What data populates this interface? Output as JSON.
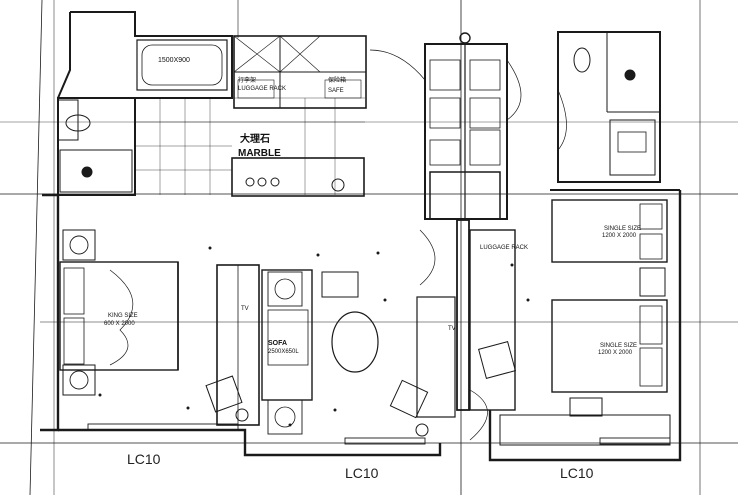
{
  "labels": {
    "bathtub_size": "1500X900",
    "luggage_rack_top": "LUGGAGE RACK",
    "luggage_rack_cn": "行李架",
    "safe_top": "SAFE",
    "safe_cn": "保险箱",
    "marble_cn": "大理石",
    "marble_en": "MARBLE",
    "king_bed_1": "KING SIZE",
    "king_bed_2": "600 X 2000",
    "sofa_1": "SOFA",
    "sofa_2": "2500X650L",
    "single_bed_top_1": "SINGLE SIZE",
    "single_bed_top_2": "1200 X 2000",
    "single_bed_bot_1": "SINGLE SIZE",
    "single_bed_bot_2": "1200 X 2000",
    "luggage_rack_right": "LUGGAGE RACK",
    "tv_left": "TV",
    "tv_right": "TV",
    "lc10_left": "LC10",
    "lc10_mid": "LC10",
    "lc10_right": "LC10"
  },
  "colors": {
    "line": "#1a1a1a",
    "thin": "#333333"
  }
}
